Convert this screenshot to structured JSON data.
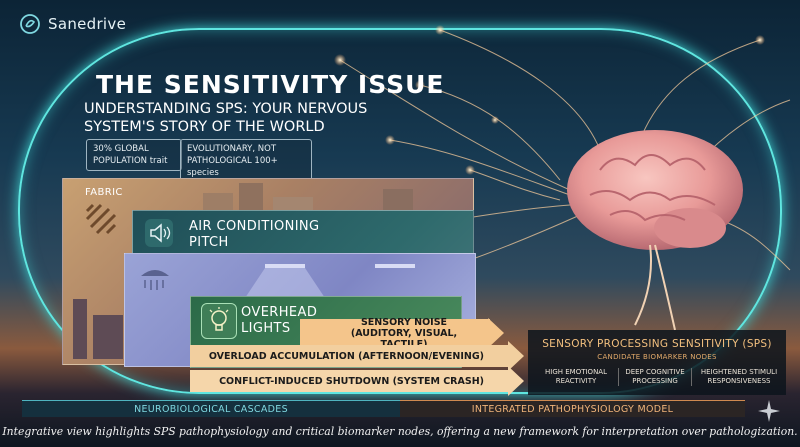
{
  "brand": {
    "name": "Sanedrive",
    "logo_icon": "sanedrive-logo-icon"
  },
  "header": {
    "title": "THE SENSITIVITY ISSUE",
    "subtitle": "UNDERSTANDING SPS: YOUR NERVOUS SYSTEM'S STORY OF THE WORLD"
  },
  "stats": [
    {
      "text": "30% GLOBAL POPULATION trait"
    },
    {
      "text": "EVOLUTIONARY, NOT PATHOLOGICAL 100+ species"
    }
  ],
  "panels": [
    {
      "label": "FABRIC",
      "icon": "fabric-icon"
    },
    {
      "label": "AIR CONDITIONING PITCH",
      "icon": "speaker-icon"
    },
    {
      "label": "",
      "icon": "ceiling-light-icon"
    },
    {
      "label": "OVERHEAD LIGHTS",
      "icon": "lightbulb-icon"
    }
  ],
  "arrows": [
    {
      "text": "SENSORY NOISE (AUDITORY, VISUAL, TACTILE)"
    },
    {
      "text": "OVERLOAD ACCUMULATION (AFTERNOON/EVENING)"
    },
    {
      "text": "CONFLICT-INDUCED SHUTDOWN (SYSTEM CRASH)"
    }
  ],
  "sps_box": {
    "title": "SENSORY PROCESSING SENSITIVITY (SPS)",
    "subtitle": "CANDIDATE BIOMARKER NODES",
    "nodes": [
      "HIGH EMOTIONAL REACTIVITY",
      "DEEP COGNITIVE PROCESSING",
      "HEIGHTENED STIMULI RESPONSIVENESS"
    ]
  },
  "footer_bars": {
    "left": "NEUROBIOLOGICAL CASCADES",
    "right": "INTEGRATED PATHOPHYSIOLOGY MODEL"
  },
  "caption": "Integrative view highlights SPS pathophysiology and critical biomarker nodes, offering a new framework for interpretation over pathologization.",
  "colors": {
    "accent_cyan": "#5fe6e0",
    "accent_orange": "#f3c07f",
    "brain_pink": "#f0a0a8"
  }
}
